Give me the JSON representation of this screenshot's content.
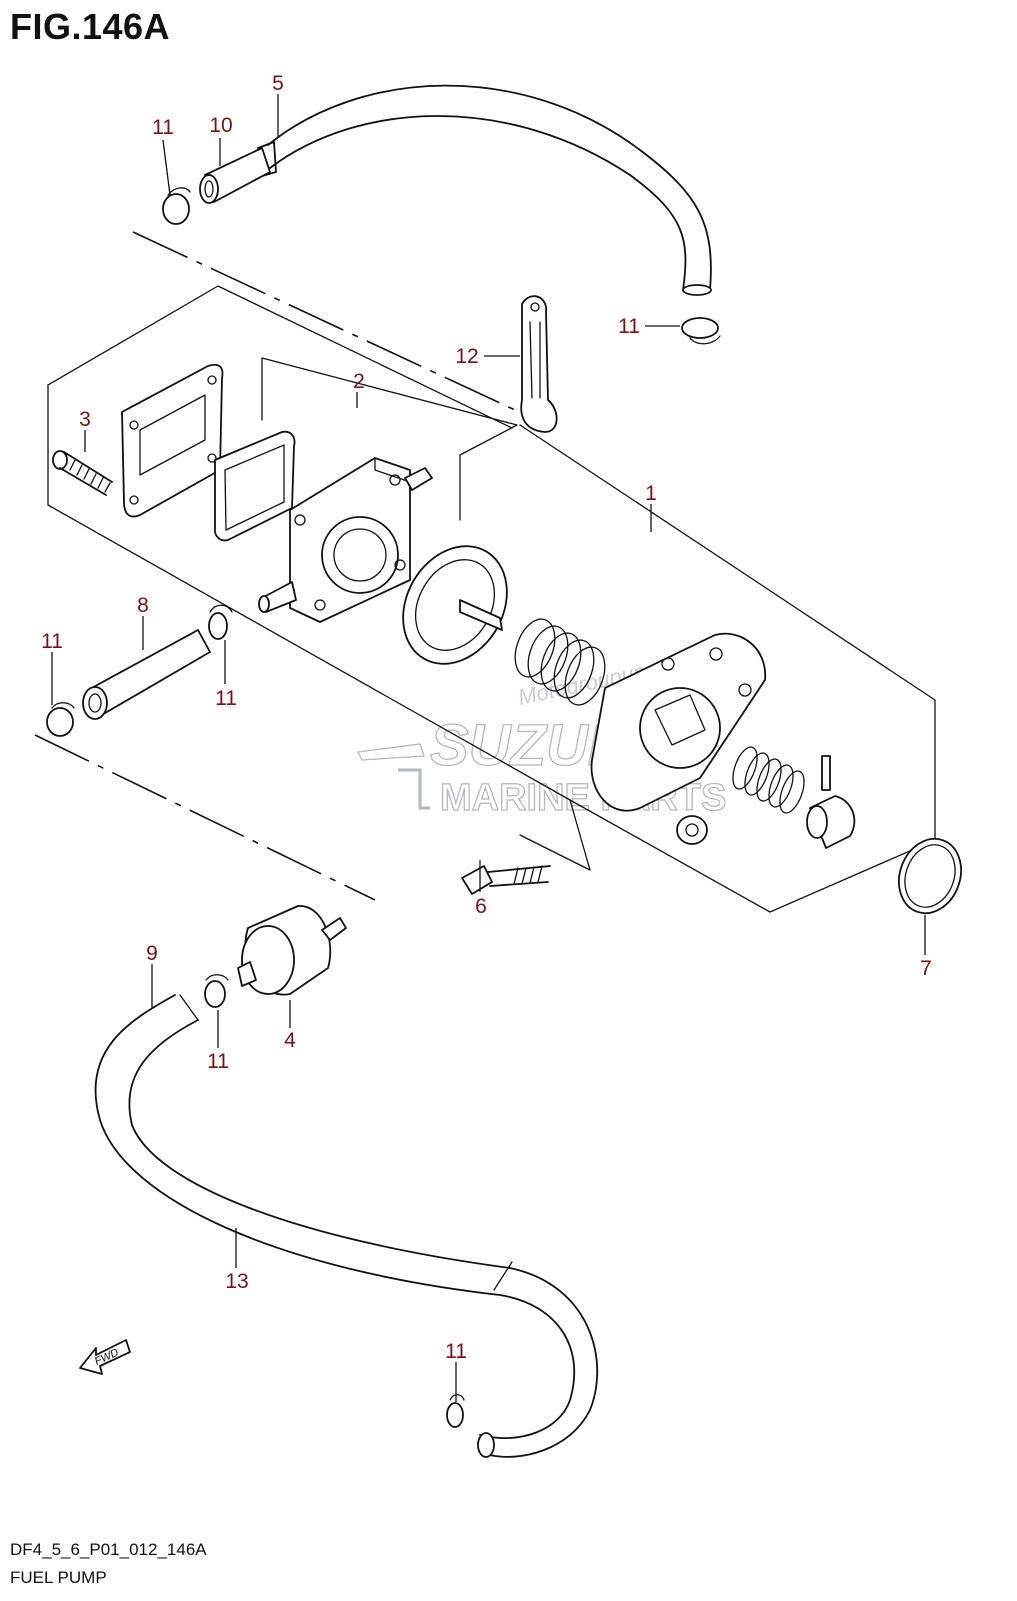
{
  "figure": {
    "title": "FIG.146A",
    "code": "DF4_5_6_P01_012_146A",
    "caption": "FUEL PUMP"
  },
  "watermark": {
    "brand": "SUZUKI",
    "line": "MARINE PARTS",
    "tag": "Motogroupup"
  },
  "direction_marker": "FWD",
  "callouts": [
    {
      "id": "c-1",
      "label": "1"
    },
    {
      "id": "c-2",
      "label": "2"
    },
    {
      "id": "c-3",
      "label": "3"
    },
    {
      "id": "c-4",
      "label": "4"
    },
    {
      "id": "c-5",
      "label": "5"
    },
    {
      "id": "c-6",
      "label": "6"
    },
    {
      "id": "c-7",
      "label": "7"
    },
    {
      "id": "c-8",
      "label": "8"
    },
    {
      "id": "c-9",
      "label": "9"
    },
    {
      "id": "c-10",
      "label": "10"
    },
    {
      "id": "c-11a",
      "label": "11"
    },
    {
      "id": "c-11b",
      "label": "11"
    },
    {
      "id": "c-11c",
      "label": "11"
    },
    {
      "id": "c-11d",
      "label": "11"
    },
    {
      "id": "c-11e",
      "label": "11"
    },
    {
      "id": "c-11f",
      "label": "11"
    },
    {
      "id": "c-12",
      "label": "12"
    },
    {
      "id": "c-13",
      "label": "13"
    }
  ]
}
